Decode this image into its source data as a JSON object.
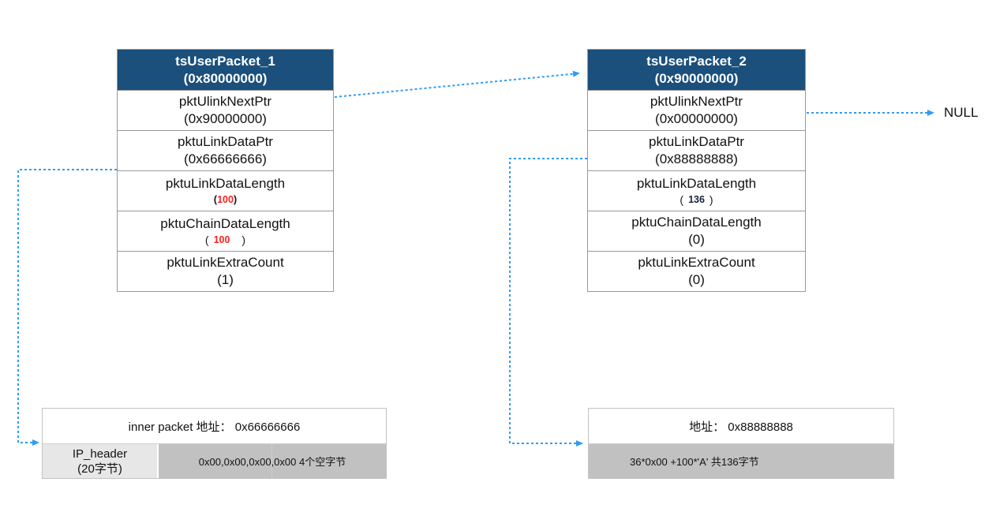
{
  "colors": {
    "header_bg": "#1b4f7c",
    "header_text": "#ffffff",
    "arrow_blue": "#2e9bf6",
    "highlight_red": "#ff2020",
    "dark_number": "#15233c",
    "gray_cell": "#c1c1c1",
    "light_cell": "#e7e7e7"
  },
  "packets": [
    {
      "title_line1": "tsUserPacket_1",
      "title_line2": "(0x80000000)",
      "rows": [
        {
          "label": "pktUlinkNextPtr",
          "value": "(0x90000000)"
        },
        {
          "label": "pktuLinkDataPtr",
          "value": "(0x66666666)"
        },
        {
          "label": "pktuLinkDataLength",
          "open": "(",
          "num": "100",
          "close": ")"
        },
        {
          "label": "pktuChainDataLength",
          "open": "(",
          "num": "100",
          "close": ")"
        },
        {
          "label": "pktuLinkExtraCount",
          "value": "(1)"
        }
      ]
    },
    {
      "title_line1": "tsUserPacket_2",
      "title_line2": "(0x90000000)",
      "rows": [
        {
          "label": "pktUlinkNextPtr",
          "value": "(0x00000000)"
        },
        {
          "label": "pktuLinkDataPtr",
          "value": "(0x88888888)"
        },
        {
          "label": "pktuLinkDataLength",
          "open": "(",
          "num": "136",
          "close": ")"
        },
        {
          "label": "pktuChainDataLength",
          "value": "(0)"
        },
        {
          "label": "pktuLinkExtraCount",
          "value": "(0)"
        }
      ]
    }
  ],
  "buffers": {
    "left": {
      "address_line": "inner packet 地址： 0x66666666",
      "header_cell_line1": "IP_header",
      "header_cell_line2": "(20字节)",
      "data_cell": "0x00,0x00,0x00,0x00 4个空字节"
    },
    "right": {
      "address_line": "地址： 0x88888888",
      "data_cell": "36*0x00 +100*'A' 共136字节"
    }
  },
  "labels": {
    "null_terminator": "NULL"
  }
}
